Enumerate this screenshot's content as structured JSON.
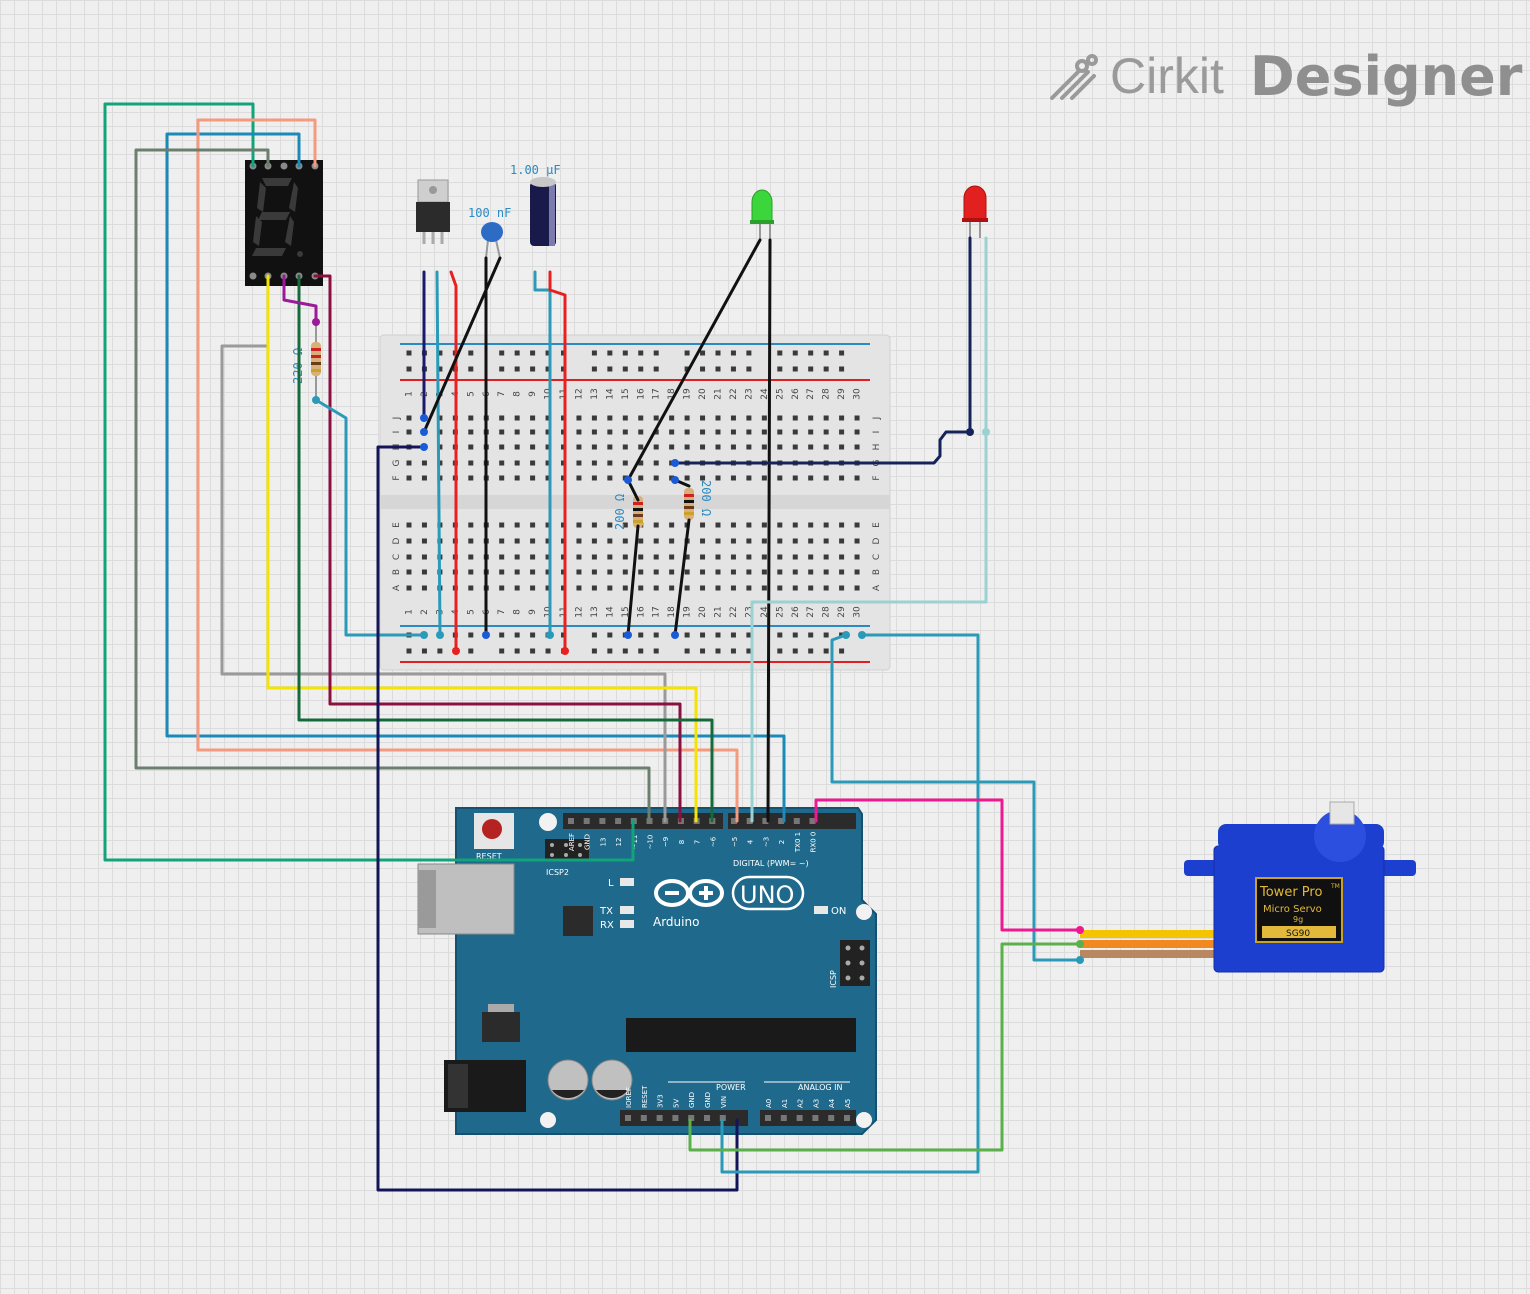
{
  "brand": {
    "name_part1": "Cirkit",
    "name_part2": "Designer"
  },
  "components": {
    "capacitor_ceramic_label": "100 nF",
    "capacitor_electrolytic_label": "1.00 µF",
    "resistor_display_label": "220 Ω",
    "resistor_led1_label": "200 Ω",
    "resistor_led2_label": "200 Ω",
    "led_green_color": "#3bd63b",
    "led_red_color": "#e22020"
  },
  "breadboard": {
    "row_letters_top": [
      "J",
      "I",
      "H",
      "G",
      "F"
    ],
    "row_letters_bottom": [
      "E",
      "D",
      "C",
      "B",
      "A"
    ],
    "columns": [
      "1",
      "2",
      "3",
      "4",
      "5",
      "6",
      "7",
      "8",
      "9",
      "10",
      "11",
      "12",
      "13",
      "14",
      "15",
      "16",
      "17",
      "18",
      "19",
      "20",
      "21",
      "22",
      "23",
      "24",
      "25",
      "26",
      "27",
      "28",
      "29",
      "30"
    ]
  },
  "arduino": {
    "reset_label": "RESET",
    "icsp2_label": "ICSP2",
    "icsp_label": "ICSP",
    "logo_text": "Arduino",
    "uno_text": "UNO",
    "led_l": "L",
    "led_tx": "TX",
    "led_rx": "RX",
    "led_on": "ON",
    "digital_label": "DIGITAL (PWM= ~)",
    "power_label": "POWER",
    "analog_label": "ANALOG IN",
    "digital_pins": [
      "AREF",
      "GND",
      "13",
      "12",
      "~11",
      "~10",
      "~9",
      "8",
      "7",
      "~6",
      "~5",
      "4",
      "~3",
      "2",
      "TX0 1",
      "RX0 0"
    ],
    "power_pins": [
      "IOREF",
      "RESET",
      "3V3",
      "5V",
      "GND",
      "GND",
      "VIN"
    ],
    "analog_pins": [
      "A0",
      "A1",
      "A2",
      "A3",
      "A4",
      "A5"
    ]
  },
  "servo": {
    "brand": "Tower Pro",
    "tm": "TM",
    "model_line": "Micro Servo",
    "weight": "9g",
    "model": "SG90"
  },
  "colors": {
    "arduino_blue": "#1f6a8c",
    "breadboard_body": "#e4e4e4",
    "rail_blue": "#2a8ac4",
    "rail_red": "#e02020",
    "servo_blue": "#1d3fd0"
  }
}
